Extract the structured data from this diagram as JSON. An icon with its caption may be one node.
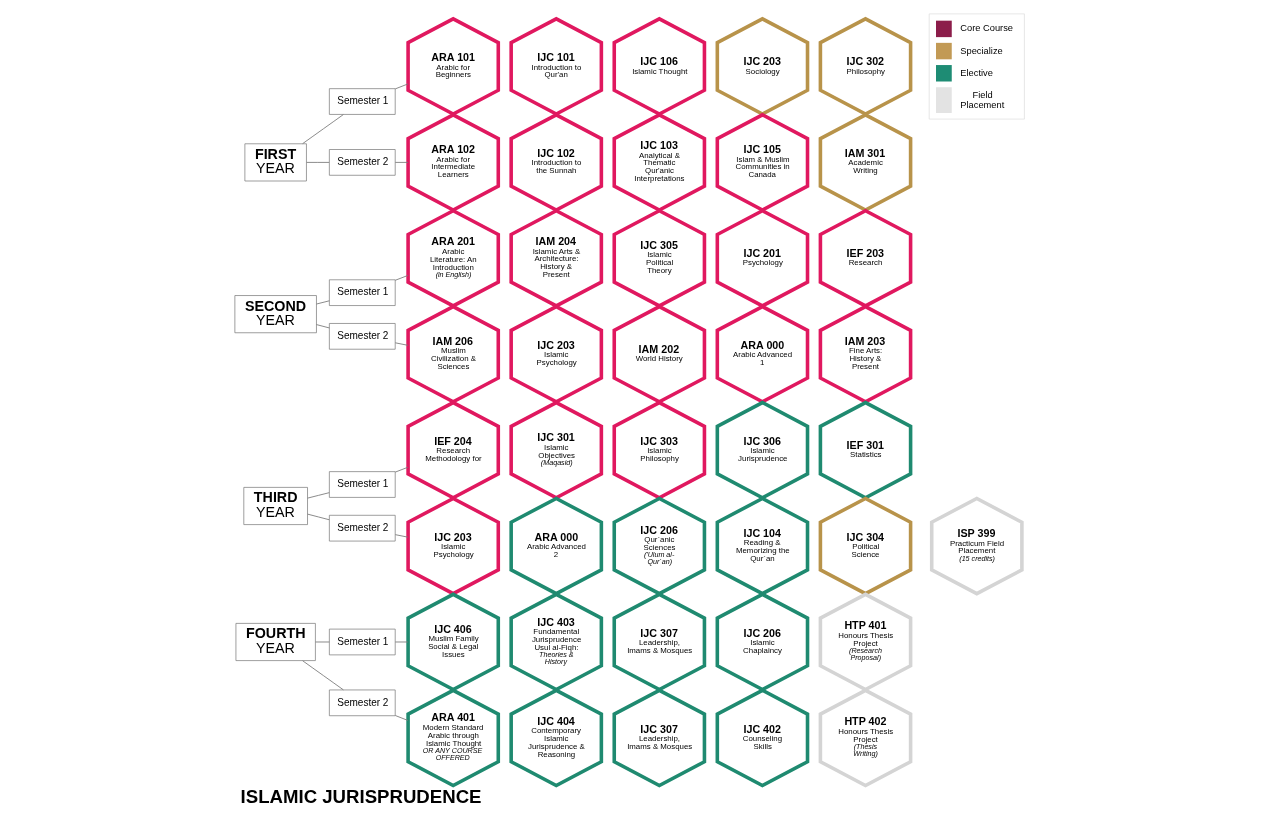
{
  "diagram": {
    "title": "ISLAMIC JURISPRUDENCE",
    "nodes": [
      {
        "text": [
          "FIRST",
          "YEAR"
        ]
      },
      {
        "text": [
          "Semester 1"
        ]
      },
      {
        "text": [
          "Semester 2"
        ]
      },
      {
        "text": [
          "ARA 101",
          "Arabic for Beginners"
        ]
      },
      {
        "text": [
          "IJC 101",
          "Introduction to Qur'an"
        ]
      },
      {
        "text": [
          "IJC 106",
          "Islamic Thought"
        ]
      },
      {
        "text": [
          "IJC 203",
          "Sociology"
        ]
      },
      {
        "text": [
          "IJC 302",
          "Philosophy"
        ]
      },
      {
        "text": [
          "ARA 102",
          "Arabic for Intermediate Learners"
        ]
      },
      {
        "text": [
          "IJC 102",
          "Introduction to the Sunnah"
        ]
      },
      {
        "text": [
          "IJC 103",
          "Analytical & Thematic Qur'anic Interpretations"
        ]
      },
      {
        "text": [
          "IJC 105",
          "Islam & Muslim Communities in Canada"
        ]
      },
      {
        "text": [
          "IAM 301",
          "Academic Writing"
        ]
      },
      {
        "text": [
          "SECOND",
          "YEAR"
        ]
      },
      {
        "text": [
          "Semester 1"
        ]
      },
      {
        "text": [
          "Semester 2"
        ]
      },
      {
        "text": [
          "ARA 201",
          "Arabic Literature: An Introduction",
          "(in English)"
        ]
      },
      {
        "text": [
          "IAM 204",
          "Islamic Arts & Architecture: History & Present"
        ]
      },
      {
        "text": [
          "IJC 305",
          "Islamic Political Theory"
        ]
      },
      {
        "text": [
          "IJC 201",
          "Psychology"
        ]
      },
      {
        "text": [
          "IEF 203",
          "Research"
        ]
      },
      {
        "text": [
          "IAM 206",
          "Muslim Civilization & Sciences"
        ]
      },
      {
        "text": [
          "IJC 203",
          "Islamic Psychology"
        ]
      },
      {
        "text": [
          "IAM 202",
          "World History"
        ]
      },
      {
        "text": [
          "ARA 000",
          "Arabic Advanced 1"
        ]
      },
      {
        "text": [
          "IAM 203",
          "Fine Arts: History & Present"
        ]
      },
      {
        "text": [
          "THIRD",
          "YEAR"
        ]
      },
      {
        "text": [
          "Semester 1"
        ]
      },
      {
        "text": [
          "Semester 2"
        ]
      },
      {
        "text": [
          "IEF 204",
          "Research Methodology for"
        ]
      },
      {
        "text": [
          "IJC 301",
          "Islamic Objectives",
          "(Maqasid)"
        ]
      },
      {
        "text": [
          "IJC 303",
          "Islamic Philosophy"
        ]
      },
      {
        "text": [
          "IJC 306",
          "Islamic Jurisprudence"
        ]
      },
      {
        "text": [
          "IEF 301",
          "Statistics"
        ]
      },
      {
        "text": [
          "IJC 203",
          "Islamic Psychology"
        ]
      },
      {
        "text": [
          "ARA 000",
          "Arabic Advanced 2"
        ]
      },
      {
        "text": [
          "IJC 206",
          "Qur`anic Sciences",
          "('Ulum al-Qur`an)"
        ]
      },
      {
        "text": [
          "IJC 104",
          "Reading & Memorizing the Qur`an"
        ]
      },
      {
        "text": [
          "IJC 304",
          "Political Science"
        ]
      },
      {
        "text": [
          "ISP 399",
          "Practicum Field Placement",
          "(15 credits)"
        ]
      },
      {
        "text": [
          "FOURTH",
          "YEAR"
        ]
      },
      {
        "text": [
          "Semester 1"
        ]
      },
      {
        "text": [
          "Semester 2"
        ]
      },
      {
        "text": [
          "IJC 406",
          "Muslim Family Social & Legal Issues"
        ]
      },
      {
        "text": [
          "IJC 403",
          "Fundamental Jurisprudence Usul al-Fiqh:",
          "Theories & History"
        ]
      },
      {
        "text": [
          "IJC 307",
          "Leadership, Imams & Mosques"
        ]
      },
      {
        "text": [
          "IJC 206",
          "Islamic Chaplaincy"
        ]
      },
      {
        "text": [
          "HTP 401",
          "Honours Thesis Project",
          "(Research Proposal)"
        ]
      },
      {
        "text": [
          "ARA 401",
          "Modern Standard Arabic through Islamic Thought",
          "OR ANY COURSE OFFERED"
        ]
      },
      {
        "text": [
          "IJC 404",
          "Contemporary Islamic Jurisprudence & Reasoning"
        ]
      },
      {
        "text": [
          "IJC 307",
          "Leadership, Imams & Mosques"
        ]
      },
      {
        "text": [
          "IJC 402",
          "Counseling Skills"
        ]
      },
      {
        "text": [
          "HTP 402",
          "Honours Thesis Project",
          "(Thesis Writing)"
        ]
      }
    ],
    "edges": [
      {
        "from": 0,
        "to": 1,
        "arrow": "none"
      },
      {
        "from": 0,
        "to": 2,
        "arrow": "none"
      },
      {
        "from": 1,
        "to": 3,
        "arrow": "none"
      },
      {
        "from": 2,
        "to": 8,
        "arrow": "none"
      },
      {
        "from": 13,
        "to": 14,
        "arrow": "none"
      },
      {
        "from": 13,
        "to": 15,
        "arrow": "none"
      },
      {
        "from": 14,
        "to": 16,
        "arrow": "none"
      },
      {
        "from": 15,
        "to": 21,
        "arrow": "none"
      },
      {
        "from": 26,
        "to": 27,
        "arrow": "none"
      },
      {
        "from": 26,
        "to": 28,
        "arrow": "none"
      },
      {
        "from": 27,
        "to": 29,
        "arrow": "none"
      },
      {
        "from": 28,
        "to": 34,
        "arrow": "none"
      },
      {
        "from": 40,
        "to": 41,
        "arrow": "none"
      },
      {
        "from": 40,
        "to": 42,
        "arrow": "none"
      },
      {
        "from": 41,
        "to": 43,
        "arrow": "none"
      },
      {
        "from": 42,
        "to": 48,
        "arrow": "none"
      }
    ],
    "legend": [
      {
        "text": "Core Course",
        "color": "#8c1d4a"
      },
      {
        "text": "Specialize",
        "color": "#c29a55"
      },
      {
        "text": "Elective",
        "color": "#1e8c74"
      },
      {
        "text": "Field Placement",
        "color": "#e3e3e3"
      }
    ]
  }
}
